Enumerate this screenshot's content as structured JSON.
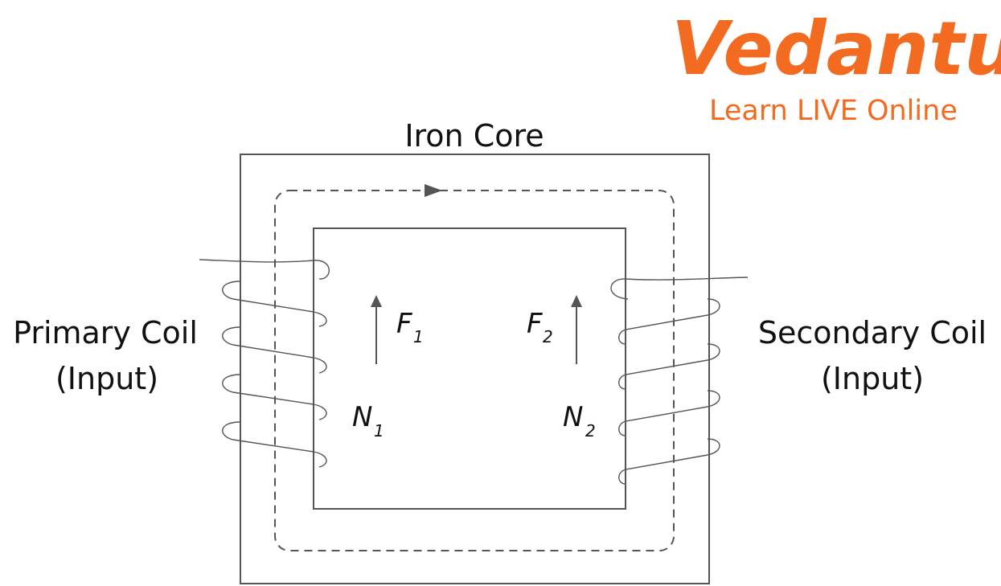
{
  "logo": {
    "brand": "Vedantu",
    "tagline": "Learn LIVE Online",
    "color": "#f36b21"
  },
  "labels": {
    "core": "Iron Core",
    "primary": "Primary Coil",
    "primary_sub": "(Input)",
    "secondary": "Secondary Coil",
    "secondary_sub": "(Input)",
    "f1": "F",
    "f1_sub": "1",
    "f2": "F",
    "f2_sub": "2",
    "n1": "N",
    "n1_sub": "1",
    "n2": "N",
    "n2_sub": "2"
  },
  "colors": {
    "line": "#555555",
    "text": "#111111"
  }
}
